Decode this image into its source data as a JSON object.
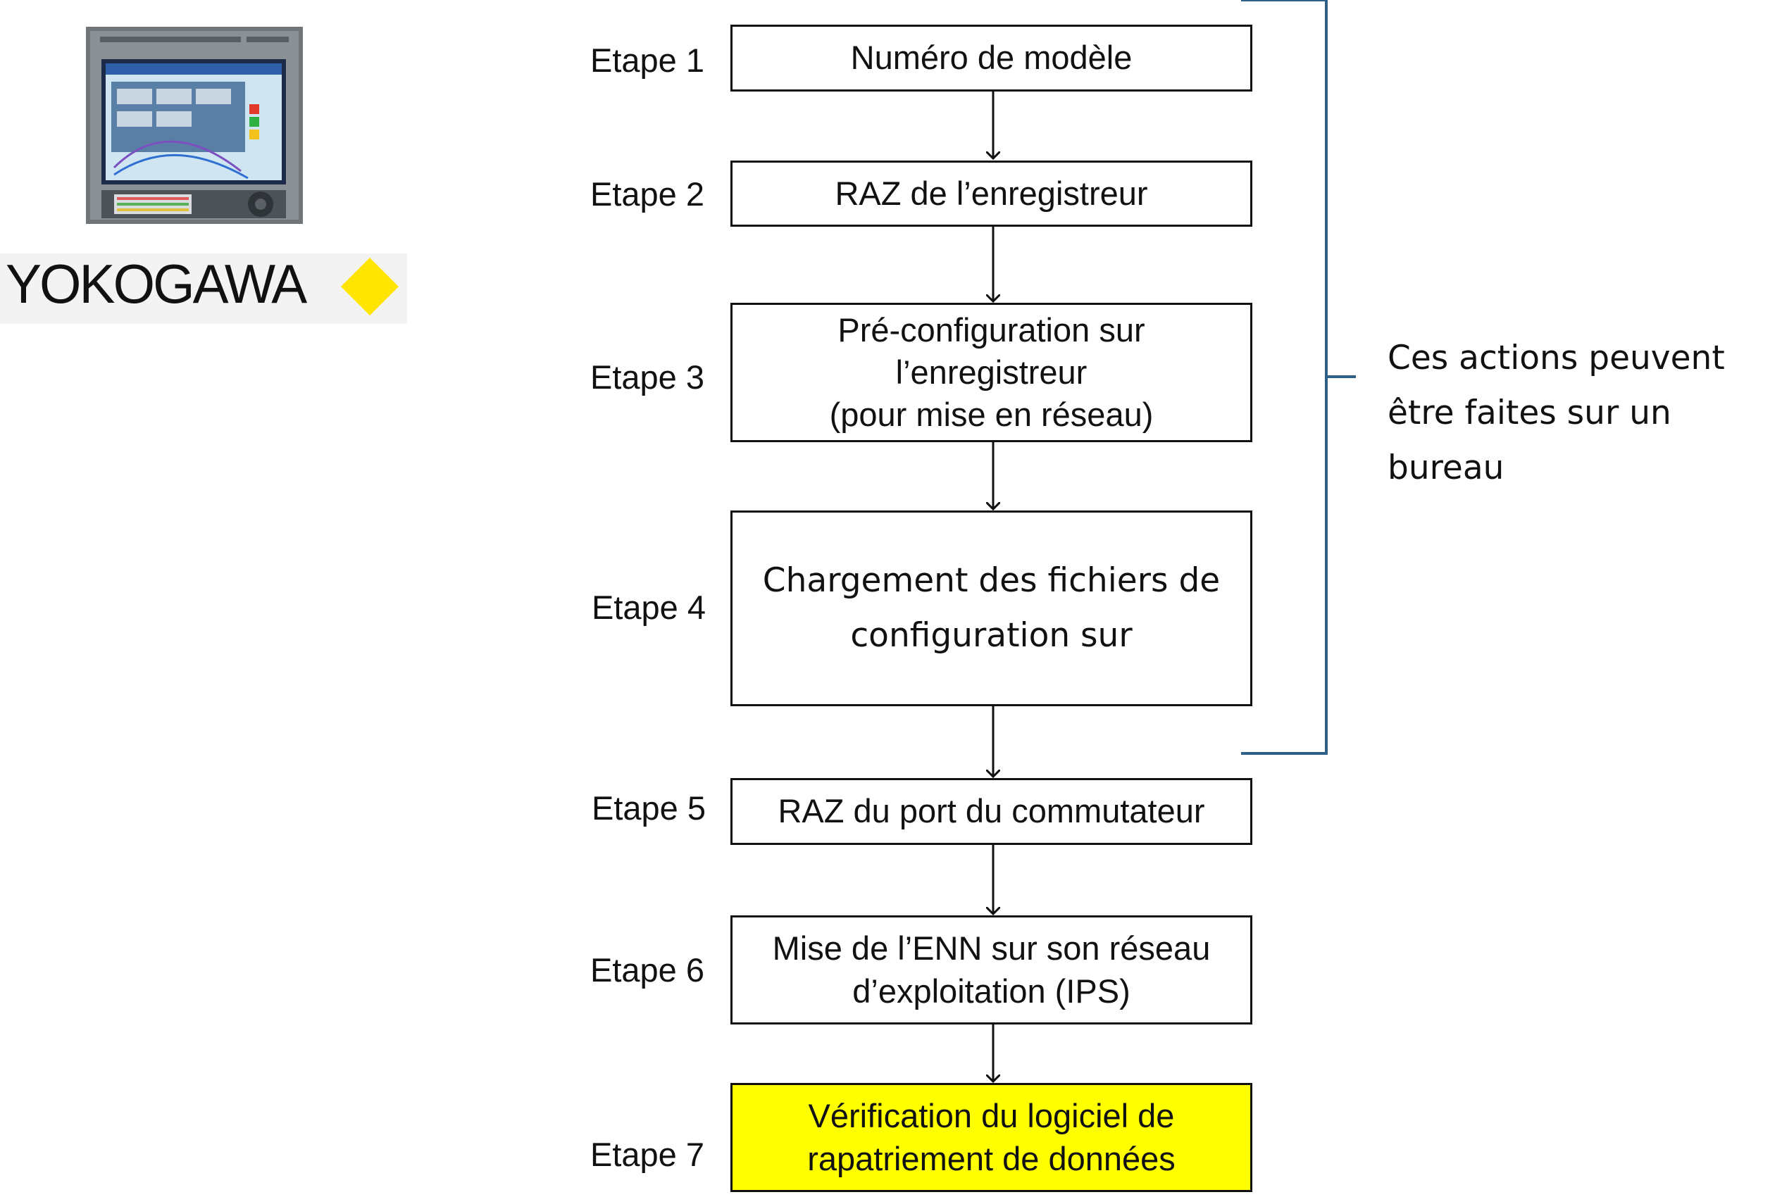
{
  "brand": {
    "name": "YOKOGAWA",
    "accent": "#ffe500"
  },
  "steps": [
    {
      "label": "Etape 1",
      "lines": [
        "Numéro de modèle"
      ]
    },
    {
      "label": "Etape 2",
      "lines": [
        "RAZ de l’enregistreur"
      ]
    },
    {
      "label": "Etape 3",
      "lines": [
        "Pré-configuration sur",
        "l’enregistreur",
        "(pour mise en réseau)"
      ]
    },
    {
      "label": "Etape 4",
      "lines": [
        "Chargement des fichiers de",
        "configuration sur"
      ]
    },
    {
      "label": "Etape 5",
      "lines": [
        "RAZ du port du commutateur"
      ]
    },
    {
      "label": "Etape 6",
      "lines": [
        "Mise de l’ENN sur son réseau",
        "d’exploitation (IPS)"
      ]
    },
    {
      "label": "Etape 7",
      "lines": [
        "Vérification du logiciel de",
        "rapatriement de données"
      ]
    }
  ],
  "highlight_color": "#ffff00",
  "bracket_color": "#2e5f86",
  "note": {
    "lines": [
      "Ces actions peuvent",
      "être faites sur un",
      "bureau"
    ]
  }
}
